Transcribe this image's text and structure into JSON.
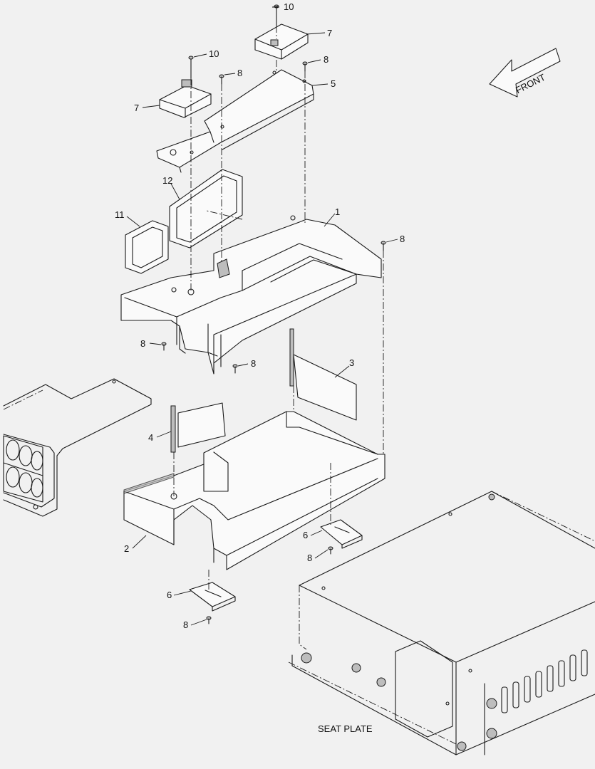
{
  "diagram": {
    "front_arrow": "FRONT",
    "caption": "SEAT PLATE",
    "callouts": [
      "10",
      "7",
      "8",
      "5",
      "10",
      "8",
      "7",
      "12",
      "11",
      "1",
      "8",
      "8",
      "8",
      "3",
      "4",
      "2",
      "6",
      "8",
      "6",
      "8"
    ]
  }
}
